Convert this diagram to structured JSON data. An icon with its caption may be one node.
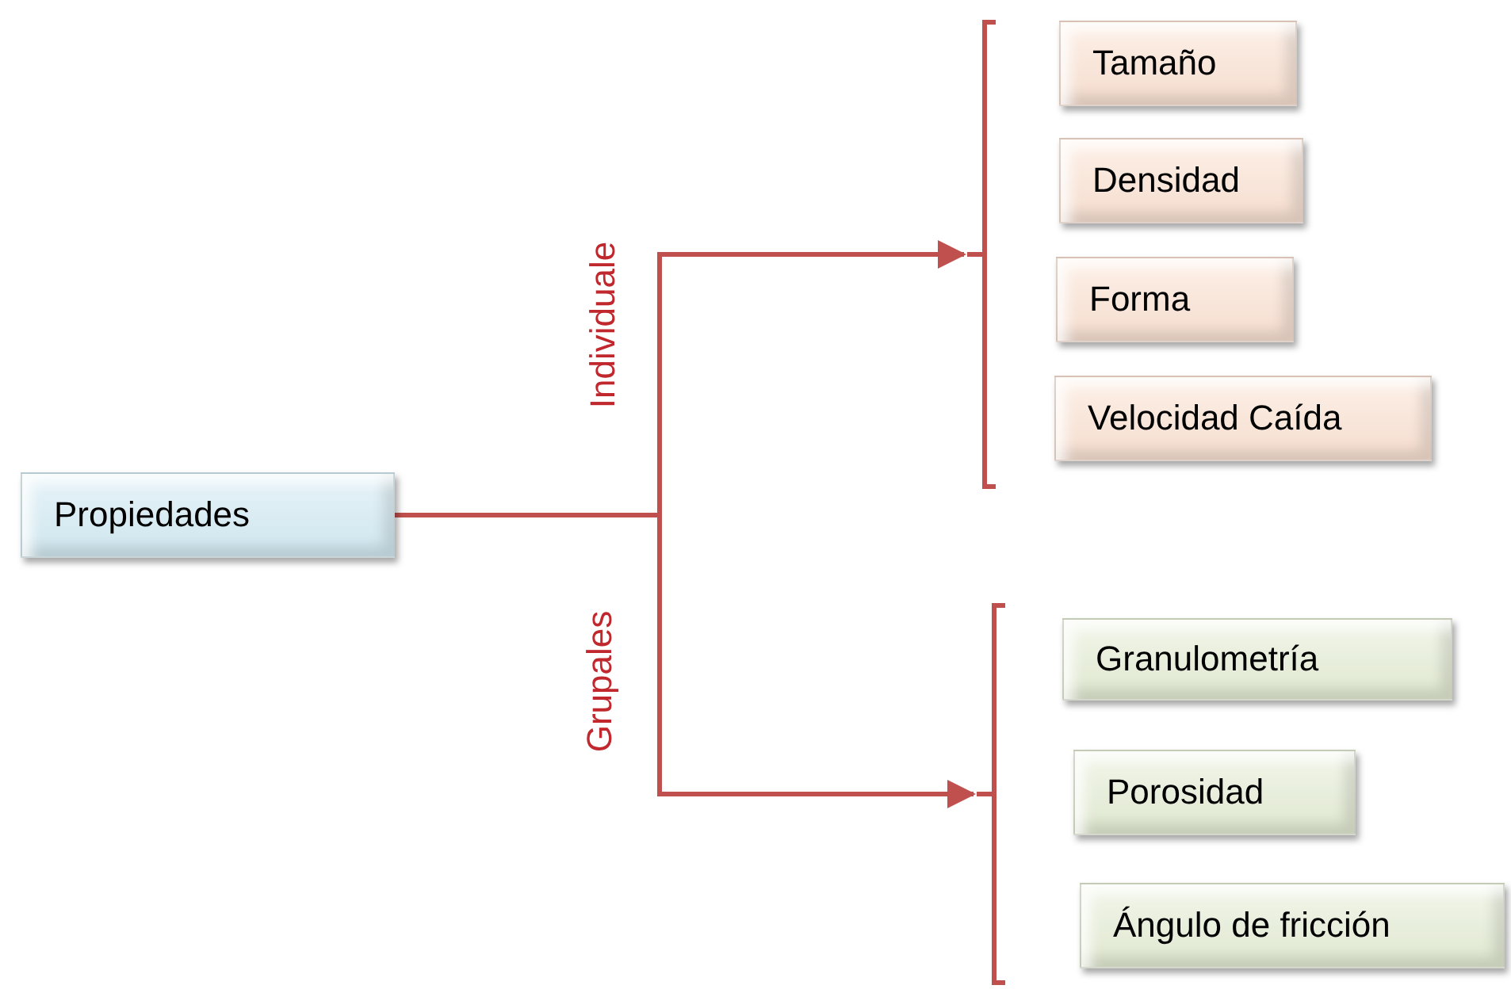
{
  "diagram": {
    "nodes": [
      {
        "text": [
          "Propiedades"
        ]
      },
      {
        "text": [],
        "shape": "bracket"
      },
      {
        "text": [
          "Tamaño"
        ]
      },
      {
        "text": [
          "Densidad"
        ]
      },
      {
        "text": [
          "Forma"
        ]
      },
      {
        "text": [
          "Velocidad Caída"
        ]
      },
      {
        "text": [],
        "shape": "bracket"
      },
      {
        "text": [
          "Granulometría"
        ]
      },
      {
        "text": [
          "Porosidad"
        ]
      },
      {
        "text": [
          "Ángulo de fricción"
        ]
      }
    ],
    "edges": [
      {
        "from": 0,
        "to": 1,
        "arrow": "to",
        "label": "Individuale"
      },
      {
        "from": 0,
        "to": 6,
        "arrow": "to",
        "label": "Grupales"
      }
    ]
  }
}
